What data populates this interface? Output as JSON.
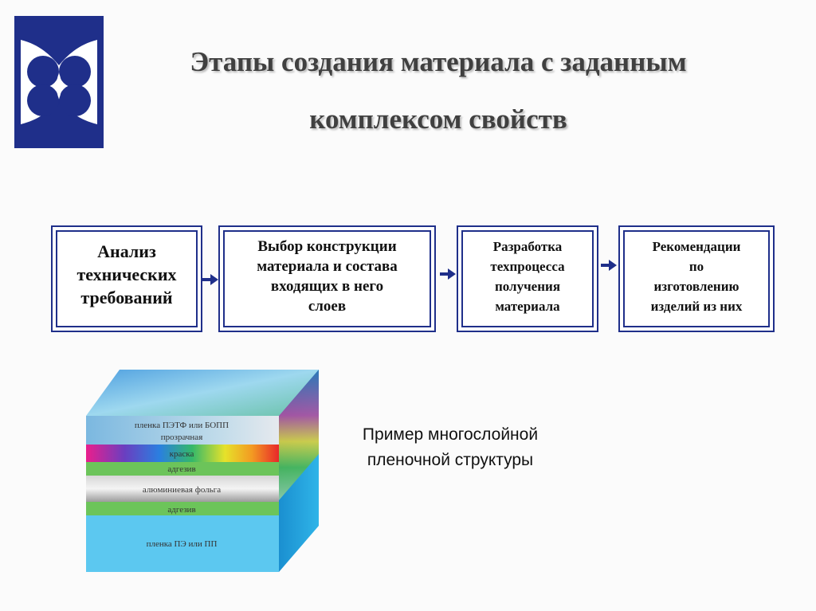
{
  "title": {
    "line1": "Этапы создания материала с заданным",
    "line2": "комплексом свойств"
  },
  "steps": [
    {
      "label": "Анализ\nтехнических\nтребований"
    },
    {
      "label": "Выбор конструкции\nматериала и состава\nвходящих в него\nслоев"
    },
    {
      "label": "Разработка\nтехпроцесса\nполучения\nматериала"
    },
    {
      "label": "Рекомендации\nпо\nизготовлению\nизделий из них"
    }
  ],
  "layers": {
    "top": "пленка ПЭТФ или БОПП",
    "top2": "прозрачная",
    "ink": "краска",
    "adhesive1": "адгезив",
    "foil": "алюминиевая фольга",
    "adhesive2": "адгезив",
    "bottom": "пленка ПЭ или ПП"
  },
  "caption": "Пример многослойной\nпленочной структуры",
  "colors": {
    "brand_blue": "#1f2f8a",
    "title_text": "#404040",
    "arrow": "#1f2f8a",
    "adhesive_green": "#6cc45a",
    "bottom_film": "#5cc8f0"
  }
}
